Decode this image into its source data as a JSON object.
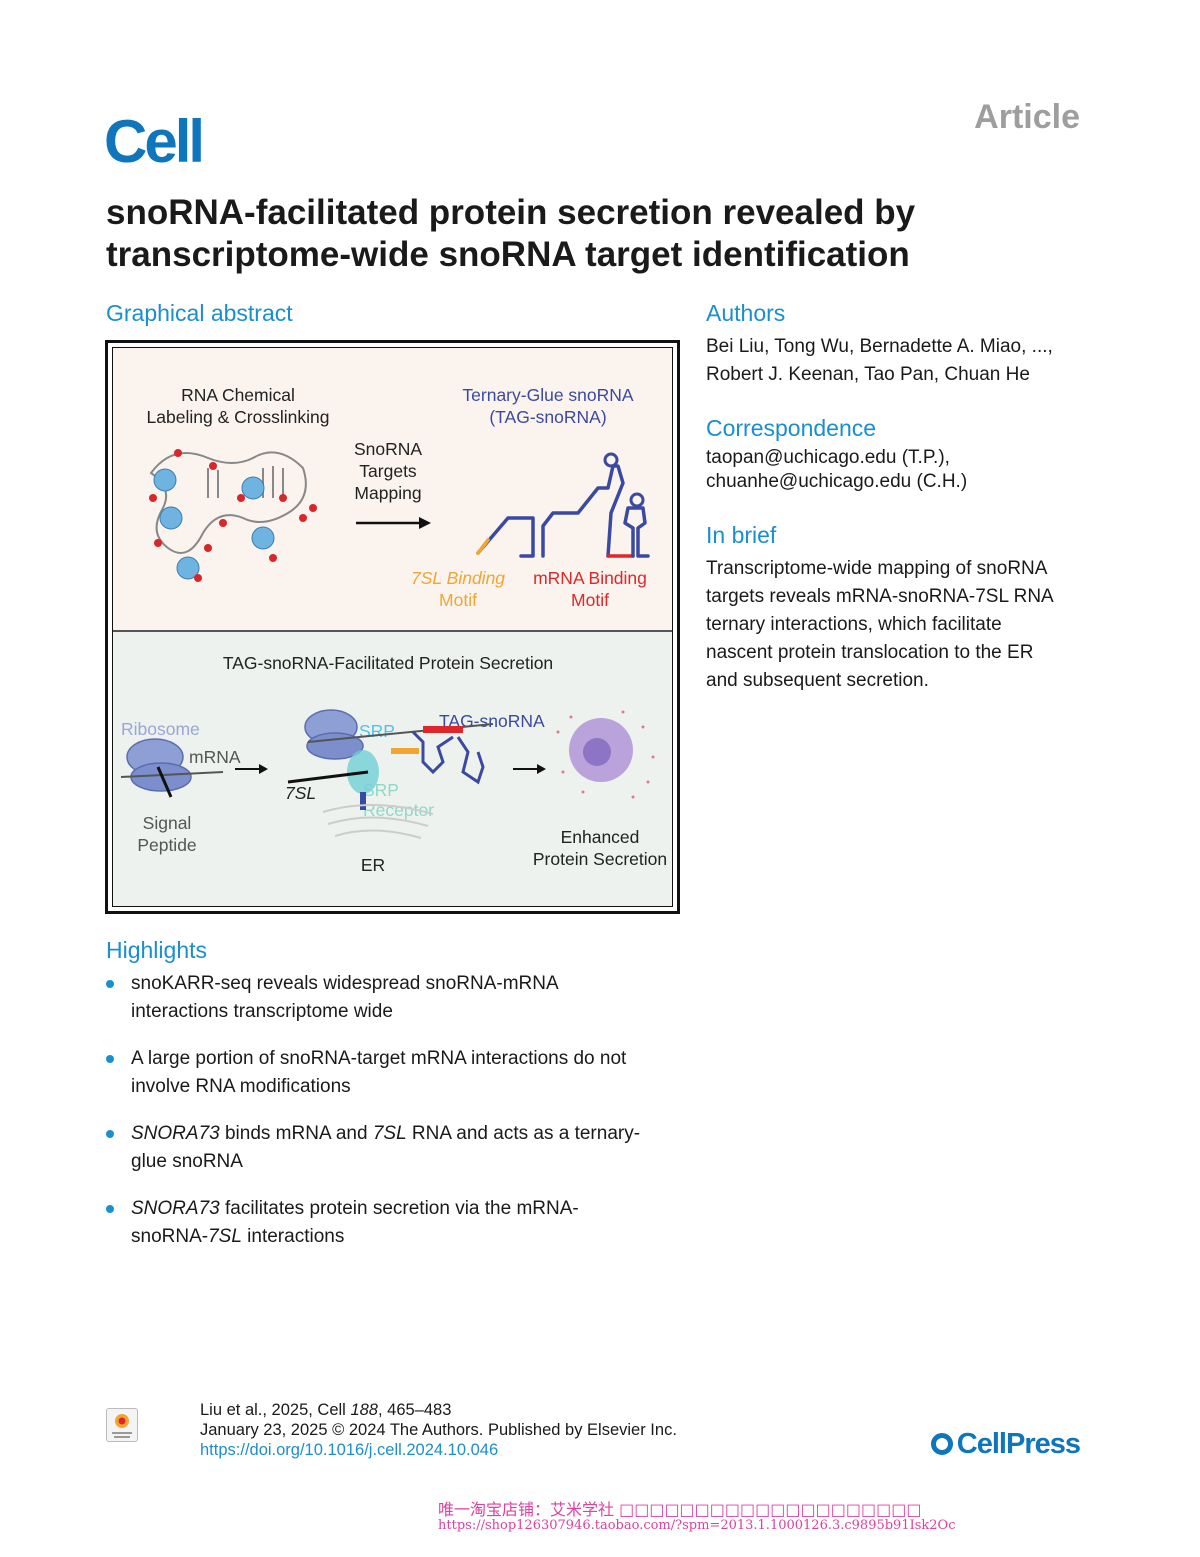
{
  "journal": "Cell",
  "article_type": "Article",
  "title": "snoRNA-facilitated protein secretion revealed by transcriptome-wide snoRNA target identification",
  "graphical_abstract": {
    "heading": "Graphical abstract",
    "top_panel": {
      "left_label_1": "RNA Chemical",
      "left_label_2": "Labeling & Crosslinking",
      "mid_label_1": "SnoRNA",
      "mid_label_2": "Targets",
      "mid_label_3": "Mapping",
      "right_label_1": "Ternary-Glue snoRNA",
      "right_label_2": "(TAG-snoRNA)",
      "motif_7sl_1": "7SL Binding",
      "motif_7sl_2": "Motif",
      "motif_mrna_1": "mRNA Binding",
      "motif_mrna_2": "Motif"
    },
    "bottom_panel": {
      "title": "TAG-snoRNA-Facilitated Protein Secretion",
      "ribosome": "Ribosome",
      "mrna": "mRNA",
      "signal_1": "Signal",
      "signal_2": "Peptide",
      "srp": "SRP",
      "tag_snorna": "TAG-snoRNA",
      "sl7": "7SL",
      "srp_receptor_1": "SRP",
      "srp_receptor_2": "Receptor",
      "er": "ER",
      "enhanced_1": "Enhanced",
      "enhanced_2": "Protein Secretion"
    },
    "colors": {
      "box_top_bg": "#fbf4ee",
      "box_bottom_bg": "#eef2ee",
      "rna_blue": "#3a4aa0",
      "motif_orange": "#f2a531",
      "motif_red": "#e0262b"
    }
  },
  "authors": {
    "heading": "Authors",
    "line1": "Bei Liu, Tong Wu, Bernadette A. Miao, ...,",
    "line2": "Robert J. Keenan, Tao Pan, Chuan He"
  },
  "correspondence": {
    "heading": "Correspondence",
    "line1": "taopan@uchicago.edu (T.P.),",
    "line2": "chuanhe@uchicago.edu (C.H.)"
  },
  "in_brief": {
    "heading": "In brief",
    "lines": [
      "Transcriptome-wide mapping of snoRNA",
      "targets reveals mRNA-snoRNA-7SL RNA",
      "ternary interactions, which facilitate",
      "nascent protein translocation to the ER",
      "and subsequent secretion."
    ]
  },
  "highlights": {
    "heading": "Highlights",
    "items": [
      {
        "l1": "snoKARR-seq reveals widespread snoRNA-mRNA",
        "l2": "interactions transcriptome wide"
      },
      {
        "l1": "A large portion of snoRNA-target mRNA interactions do not",
        "l2": "involve RNA modifications"
      },
      {
        "l1a": "SNORA73",
        "l1b": " binds mRNA and ",
        "l1c": "7SL",
        "l1d": " RNA and acts as a ternary-",
        "l2": "glue snoRNA"
      },
      {
        "l1a": "SNORA73",
        "l1b": " facilitates protein secretion via the mRNA-",
        "l2a": "snoRNA-",
        "l2b": "7SL",
        "l2c": " interactions"
      }
    ]
  },
  "footer": {
    "citation_a": "Liu et al., 2025, Cell ",
    "citation_vol": "188",
    "citation_b": ", 465–483",
    "date_line": "January 23, 2025 © 2024 The Authors. Published by Elsevier Inc.",
    "doi": "https://doi.org/10.1016/j.cell.2024.10.046",
    "check_label": "Check for updates",
    "publisher": "CellPress"
  },
  "watermark": {
    "line1": "唯一淘宝店铺：艾米学社 □□□□□□□□□□□□□□□□□□□□",
    "line2": "https://shop126307946.taobao.com/?spm=2013.1.1000126.3.c9895b91Isk2Oc"
  }
}
